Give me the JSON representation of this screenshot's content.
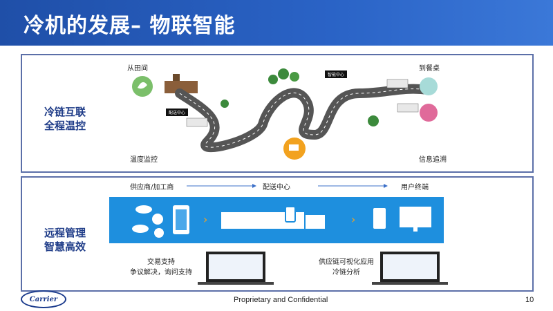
{
  "header": {
    "title": "冷机的发展– 物联智能"
  },
  "panel1": {
    "side_label_line1": "冷链互联",
    "side_label_line2": "全程温控",
    "from_field": "从田间",
    "to_table": "到餐桌",
    "temp_monitor": "温度监控",
    "trace_info": "信息追溯",
    "dist_center_tag": "配送中心",
    "smart_center_tag": "智能中心"
  },
  "panel2": {
    "side_label_line1": "远程管理",
    "side_label_line2": "智慧高效",
    "flow": [
      "供应商/加工商",
      "配送中心",
      "用户终端"
    ],
    "left_caption_line1": "交易支持",
    "left_caption_line2": "争议解决，询问支持",
    "right_caption_line1": "供应链可视化应用",
    "right_caption_line2": "冷链分析"
  },
  "colors": {
    "header": "#2a63c6",
    "panel_border": "#5b6fa8",
    "blue_bar": "#1e8fde",
    "label": "#1f3c88"
  },
  "footer": {
    "logo": "Carrier",
    "confidential": "Proprietary and Confidential",
    "page": "10"
  }
}
